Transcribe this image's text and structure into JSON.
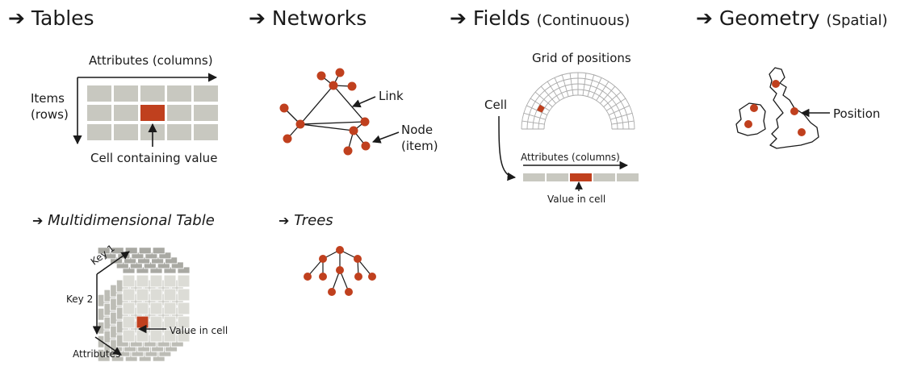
{
  "headings": {
    "tables": {
      "arrow": "➔",
      "title": "Tables"
    },
    "networks": {
      "arrow": "➔",
      "title": "Networks"
    },
    "fields": {
      "arrow": "➔",
      "title": "Fields",
      "sub": "(Continuous)"
    },
    "geometry": {
      "arrow": "➔",
      "title": "Geometry",
      "sub": "(Spatial)"
    },
    "multidim": {
      "arrow": "➔",
      "title": "Multidimensional Table"
    },
    "trees": {
      "arrow": "➔",
      "title": "Trees"
    }
  },
  "tables": {
    "attributes": "Attributes (columns)",
    "items_line1": "Items",
    "items_line2": "(rows)",
    "cell": "Cell containing value"
  },
  "networks": {
    "link": "Link",
    "node_line1": "Node",
    "node_line2": "(item)"
  },
  "fields": {
    "grid": "Grid of positions",
    "cell": "Cell",
    "attributes": "Attributes (columns)",
    "value": "Value in cell"
  },
  "geometry": {
    "position": "Position"
  },
  "multidim": {
    "key1": "Key 1",
    "key2": "Key 2",
    "attributes": "Attributes",
    "value": "Value in cell"
  },
  "colors": {
    "accent": "#c0401e",
    "cell_gray": "#c8c8c0",
    "text": "#1a1a1a"
  }
}
